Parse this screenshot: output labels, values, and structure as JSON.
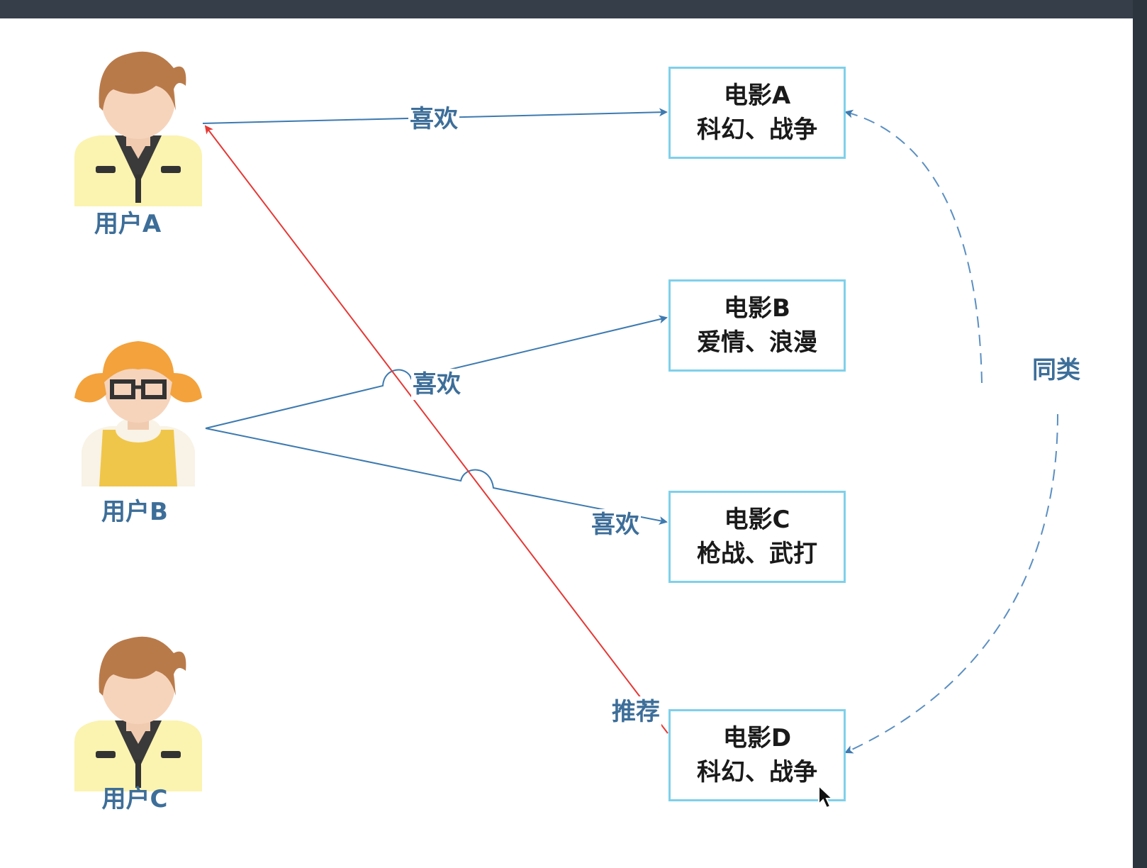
{
  "users": [
    {
      "id": "a",
      "label": "用户A"
    },
    {
      "id": "b",
      "label": "用户B"
    },
    {
      "id": "c",
      "label": "用户C"
    }
  ],
  "movies": [
    {
      "id": "a",
      "name": "电影A",
      "genre": "科幻、战争"
    },
    {
      "id": "b",
      "name": "电影B",
      "genre": "爱情、浪漫"
    },
    {
      "id": "c",
      "name": "电影C",
      "genre": "枪战、武打"
    },
    {
      "id": "d",
      "name": "电影D",
      "genre": "科幻、战争"
    }
  ],
  "edges": {
    "like_a": "喜欢",
    "like_b": "喜欢",
    "like_c": "喜欢",
    "recommend": "推荐",
    "similar": "同类"
  },
  "colors": {
    "like_line": "#3d7ab0",
    "recommend_line": "#e53935",
    "similar_line": "#5b8fc2",
    "box_border": "#7fd0ea",
    "label_text": "#3d6e99"
  }
}
